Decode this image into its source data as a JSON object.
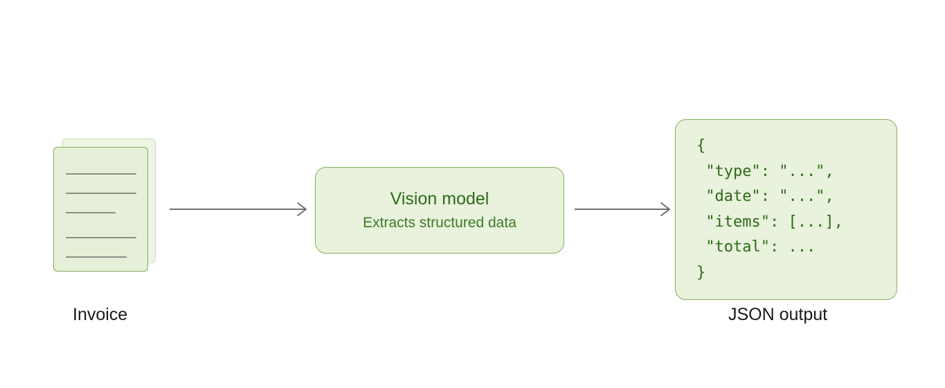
{
  "invoice": {
    "label": "Invoice",
    "icon": "document-stack-icon"
  },
  "model": {
    "title": "Vision model",
    "subtitle": "Extracts structured data"
  },
  "json_output": {
    "label": "JSON output",
    "lines": [
      "{",
      " \"type\": \"...\",",
      " \"date\": \"...\",",
      " \"items\": [...],",
      " \"total\": ...",
      "}"
    ]
  },
  "colors": {
    "box_fill": "#e8f2dc",
    "box_border": "#86ad60",
    "text_green": "#2e6a1a",
    "arrow": "#707070"
  }
}
